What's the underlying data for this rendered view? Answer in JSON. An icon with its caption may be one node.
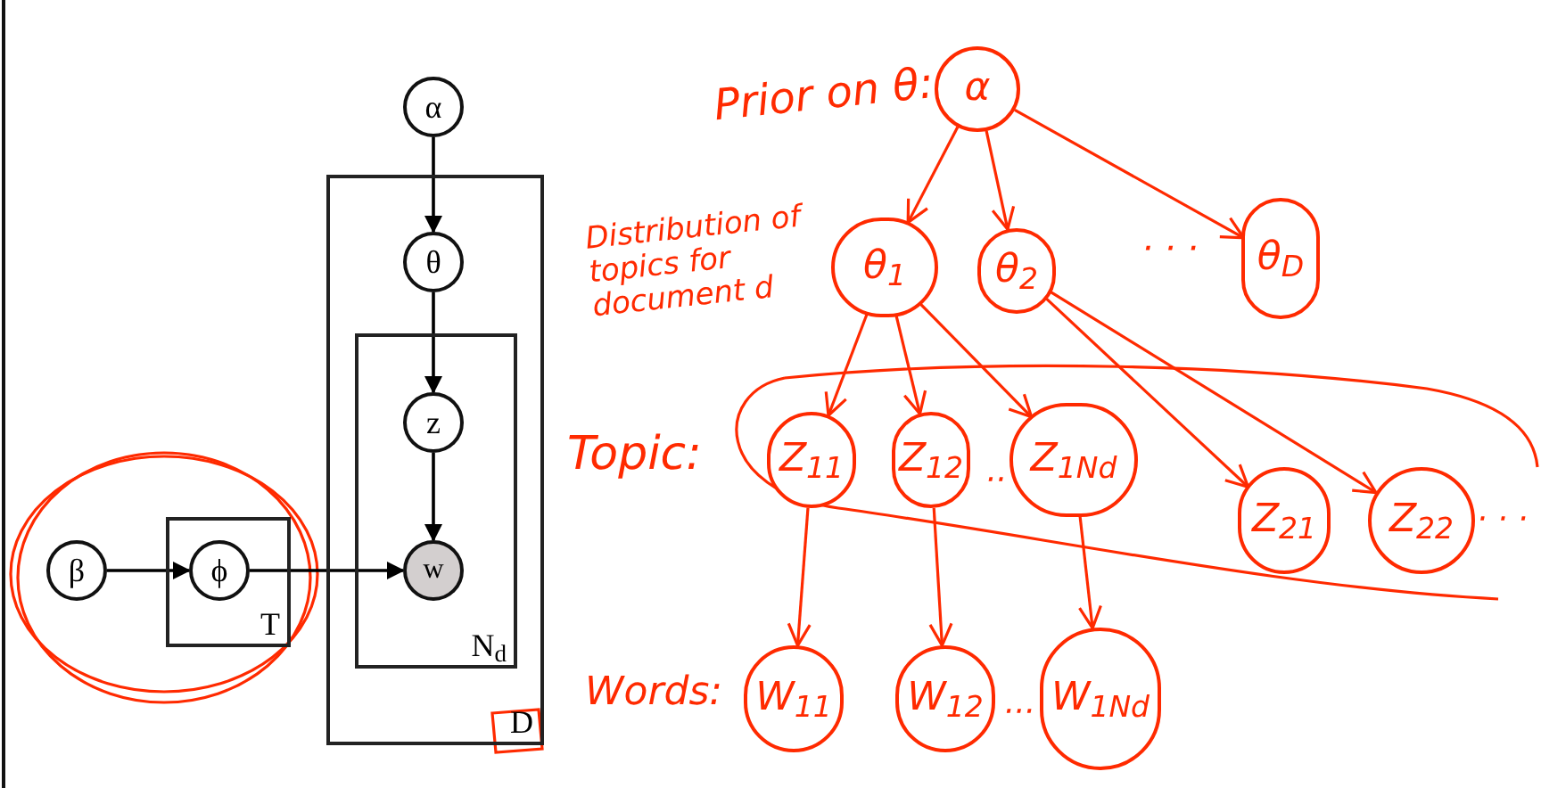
{
  "diagram": {
    "nodes": [
      {
        "text": [
          "D"
        ]
      },
      {
        "text": [
          "α"
        ]
      },
      {
        "text": [
          "θ"
        ],
        "in": 0
      },
      {
        "text": [
          "N$_{d}$"
        ],
        "in": 0
      },
      {
        "text": [
          "z"
        ],
        "in": 3
      },
      {
        "text": [
          "w"
        ],
        "in": 3
      },
      {
        "text": [
          "T"
        ]
      },
      {
        "text": [
          "β"
        ]
      },
      {
        "text": [
          "ϕ"
        ],
        "in": 6
      },
      {
        "text": [
          "α"
        ]
      },
      {
        "text": [
          "θ$_{1}$"
        ]
      },
      {
        "text": [
          "θ$_{2}$"
        ]
      },
      {
        "text": [
          "θ$_{D}$"
        ]
      },
      {
        "text": [
          "Z$_{11}$"
        ]
      },
      {
        "text": [
          "Z$_{12}$"
        ]
      },
      {
        "text": [
          "Z$_{1Nd}$"
        ]
      },
      {
        "text": [
          "Z$_{21}$"
        ]
      },
      {
        "text": [
          "Z$_{22}$"
        ]
      },
      {
        "text": [
          "W$_{11}$"
        ]
      },
      {
        "text": [
          "W$_{12}$"
        ]
      },
      {
        "text": [
          "W$_{1Nd}$"
        ]
      }
    ],
    "edges": [
      {
        "from": 1,
        "to": 2,
        "arrow": "to",
        "color": "#000000"
      },
      {
        "from": 2,
        "to": 4,
        "arrow": "to",
        "color": "#000000"
      },
      {
        "from": 4,
        "to": 5,
        "arrow": "to",
        "color": "#000000"
      },
      {
        "from": 7,
        "to": 8,
        "arrow": "to",
        "color": "#000000"
      },
      {
        "from": 8,
        "to": 5,
        "arrow": "to",
        "color": "#000000"
      },
      {
        "from": 9,
        "to": 10,
        "arrow": "to"
      },
      {
        "from": 9,
        "to": 11,
        "arrow": "to"
      },
      {
        "from": 9,
        "to": 12,
        "arrow": "to"
      },
      {
        "from": 10,
        "to": 13,
        "arrow": "to"
      },
      {
        "from": 10,
        "to": 14,
        "arrow": "to"
      },
      {
        "from": 10,
        "to": 15,
        "arrow": "to"
      },
      {
        "from": 11,
        "to": 16,
        "arrow": "to"
      },
      {
        "from": 11,
        "to": 17,
        "arrow": "to"
      },
      {
        "from": 13,
        "to": 18,
        "arrow": "to"
      },
      {
        "from": 14,
        "to": 19,
        "arrow": "to"
      },
      {
        "from": 15,
        "to": 20,
        "arrow": "to"
      }
    ],
    "labels": [
      "Prior on θ:",
      "Distribution of topics for document d",
      "· · ·",
      "Topic:",
      "··",
      "· · ·",
      "Words:",
      "···"
    ]
  }
}
